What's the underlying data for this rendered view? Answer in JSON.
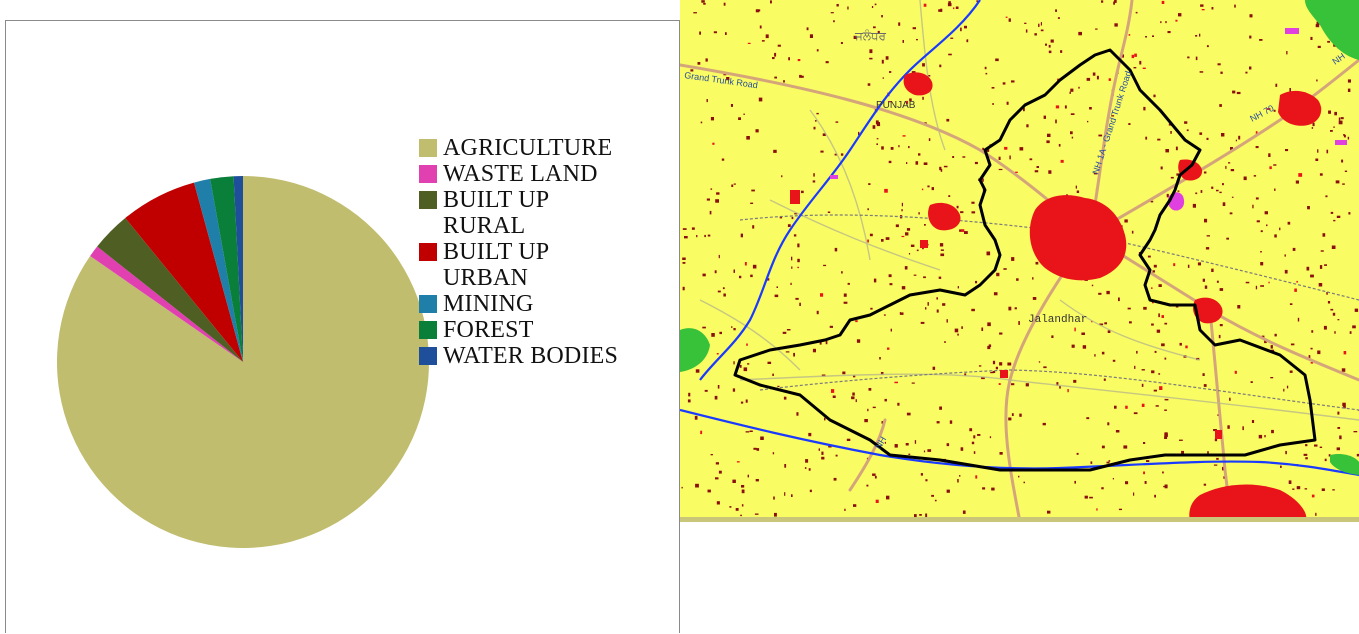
{
  "chart_data": {
    "type": "pie",
    "title": "",
    "legend_position": "right",
    "categories": [
      "AGRICULTURE",
      "WASTE LAND",
      "BUILT UP RURAL",
      "BUILT UP URBAN",
      "MINING",
      "FOREST",
      "WATER BODIES"
    ],
    "values": [
      83.8,
      1.0,
      3.4,
      6.6,
      1.4,
      2.0,
      0.8
    ],
    "legend_lines": [
      [
        "AGRICULTURE"
      ],
      [
        "WASTE LAND"
      ],
      [
        "BUILT UP",
        "RURAL"
      ],
      [
        "BUILT UP",
        "URBAN"
      ],
      [
        "MINING"
      ],
      [
        "FOREST"
      ],
      [
        "WATER BODIES"
      ]
    ],
    "colors": [
      "#c0bd6e",
      "#e040b0",
      "#4f5e22",
      "#c00000",
      "#1f7fa8",
      "#0a7f3a",
      "#1f4f9a"
    ]
  },
  "map": {
    "labels": {
      "region_state": "PUNJAB",
      "city": "Jalandhar",
      "road_gt_top": "Grand Trunk Road",
      "road_gt_vertical": "NH 1A - Grand Trunk Road",
      "road_nh70": "NH 70",
      "road_nh_top_right": "NH",
      "road_nh1": "NH",
      "top_script": "ਜਲੰਧਰ"
    },
    "colors": {
      "agriculture": "#fafc63",
      "urban": "#e8141a",
      "rural": "#8a1010",
      "water": "#1a3aff",
      "forest": "#38c23a",
      "waste": "#e040e0",
      "boundary": "#000000",
      "road": "#d4a57a"
    }
  }
}
